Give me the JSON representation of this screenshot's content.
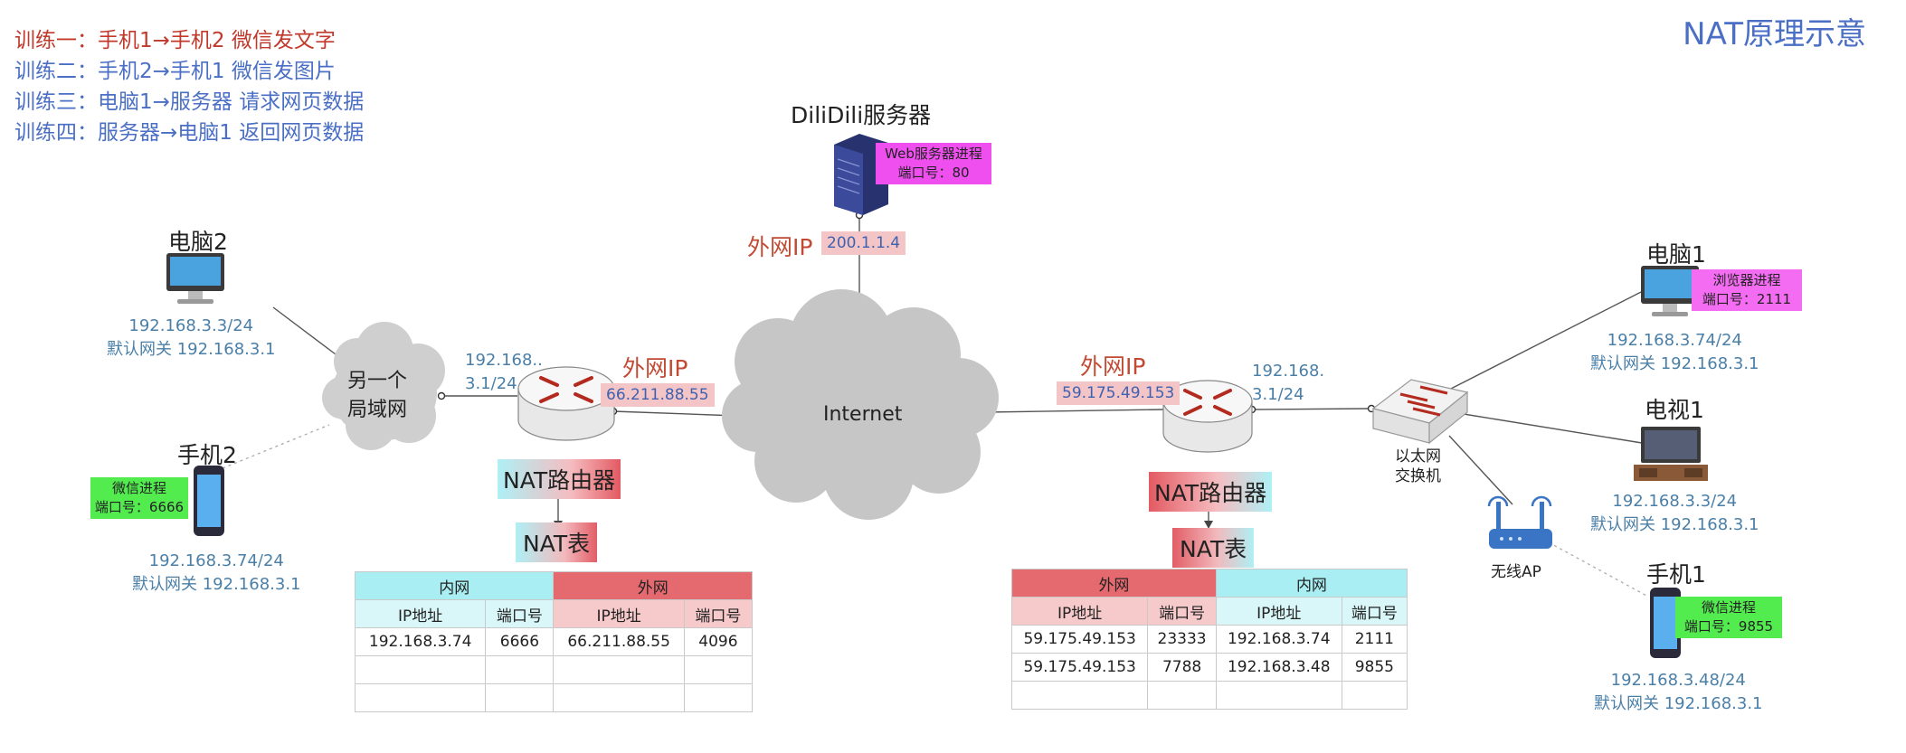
{
  "tasks": [
    {
      "text": "训练一：手机1→手机2 微信发文字",
      "color": "#c0392b"
    },
    {
      "text": "训练二：手机2→手机1 微信发图片",
      "color": "#4a6fc4"
    },
    {
      "text": "训练三：电脑1→服务器 请求网页数据",
      "color": "#4a6fc4"
    },
    {
      "text": "训练四：服务器→电脑1 返回网页数据",
      "color": "#4a6fc4"
    }
  ],
  "title": "NAT原理示意",
  "server": {
    "name": "DiliDili服务器",
    "process": "Web服务器进程",
    "port": "端口号：80",
    "wan_label": "外网IP",
    "ip": "200.1.1.4"
  },
  "internet_label": "Internet",
  "left": {
    "pc2": {
      "name": "电脑2",
      "ip": "192.168.3.3/24",
      "gateway": "默认网关 192.168.3.1"
    },
    "lan_cloud": "另一个\n局域网",
    "phone2": {
      "name": "手机2",
      "process": "微信进程",
      "port": "端口号：6666",
      "ip": "192.168.3.74/24",
      "gateway": "默认网关 192.168.3.1"
    },
    "router_lan_ip": "192.168..\n3.1/24",
    "wan_label": "外网IP",
    "wan_ip": "66.211.88.55",
    "router_label": "NAT路由器",
    "table_label": "NAT表",
    "table": {
      "groups": [
        "内网",
        "外网"
      ],
      "columns": [
        "IP地址",
        "端口号",
        "IP地址",
        "端口号"
      ],
      "rows": [
        [
          "192.168.3.74",
          "6666",
          "66.211.88.55",
          "4096"
        ],
        [
          "",
          "",
          "",
          ""
        ],
        [
          "",
          "",
          "",
          ""
        ]
      ]
    }
  },
  "right": {
    "wan_label": "外网IP",
    "wan_ip": "59.175.49.153",
    "router_lan_ip": "192.168.\n3.1/24",
    "router_label": "NAT路由器",
    "table_label": "NAT表",
    "switch_label": "以太网\n交换机",
    "ap_label": "无线AP",
    "pc1": {
      "name": "电脑1",
      "process": "浏览器进程",
      "port": "端口号：2111",
      "ip": "192.168.3.74/24",
      "gateway": "默认网关 192.168.3.1"
    },
    "tv1": {
      "name": "电视1",
      "ip": "192.168.3.3/24",
      "gateway": "默认网关 192.168.3.1"
    },
    "phone1": {
      "name": "手机1",
      "process": "微信进程",
      "port": "端口号：9855",
      "ip": "192.168.3.48/24",
      "gateway": "默认网关 192.168.3.1"
    },
    "table": {
      "groups": [
        "外网",
        "内网"
      ],
      "columns": [
        "IP地址",
        "端口号",
        "IP地址",
        "端口号"
      ],
      "rows": [
        [
          "59.175.49.153",
          "23333",
          "192.168.3.74",
          "2111"
        ],
        [
          "59.175.49.153",
          "7788",
          "192.168.3.48",
          "9855"
        ],
        [
          "",
          "",
          "",
          ""
        ]
      ]
    }
  },
  "colors": {
    "accent_red": "#c24a33",
    "accent_blue": "#4a6fc4",
    "info_blue": "#4a7fa8",
    "cloud_gray": "#cfcfcf"
  }
}
